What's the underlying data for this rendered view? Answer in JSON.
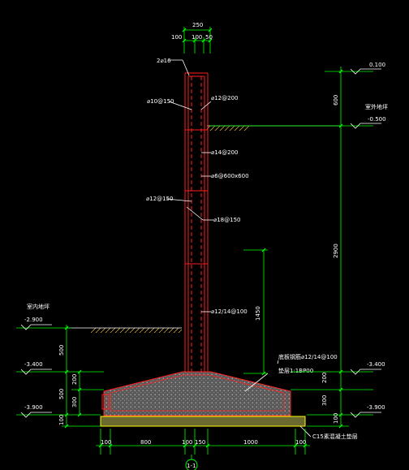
{
  "colors": {
    "background": "#000000",
    "dimension": "#00ff00",
    "rebar": "#ff2020",
    "label": "#ffffff",
    "soil": "#c8a040",
    "concrete_fill": "#808080",
    "cushion_outline": "#ffff00"
  },
  "top_dims": {
    "total": "250",
    "left": "100",
    "mid": "100",
    "right": "50"
  },
  "rebar_labels": {
    "top_bars": "2⌀16",
    "left_upper": "⌀10@150",
    "right_upper": "⌀12@200",
    "right_mid1": "⌀14@200",
    "right_mid2": "⌀6@600x600",
    "left_lower": "⌀12@150",
    "right_lower": "⌀18@150",
    "right_bottom": "⌀12/14@100",
    "footing_bars1": "底板钢筋⌀12/14@100",
    "footing_bars2": "垫层1:1BP00",
    "cushion_note": "C15素混凝土垫层"
  },
  "elevations": {
    "top": "0.100",
    "outdoor_label": "室外地坪",
    "outdoor": "-0.500",
    "indoor_label": "室内地坪",
    "indoor": "-2.900",
    "left_mid": "-3.400",
    "left_bottom": "-3.900",
    "right_mid": "-3.400",
    "right_bottom": "-3.900"
  },
  "right_dims": {
    "d1": "600",
    "d2": "2900",
    "d3": "200",
    "d4": "300",
    "d5": "100"
  },
  "inner_dim": {
    "value": "1450"
  },
  "left_dims": {
    "d1": "500",
    "d2": "500",
    "d3": "100",
    "d4": "200",
    "d5": "300"
  },
  "bottom_dims": {
    "b1": "100",
    "b2": "800",
    "b3": "100",
    "b4": "150",
    "b5": "1000",
    "b6": "100"
  },
  "section_mark": "1-1"
}
